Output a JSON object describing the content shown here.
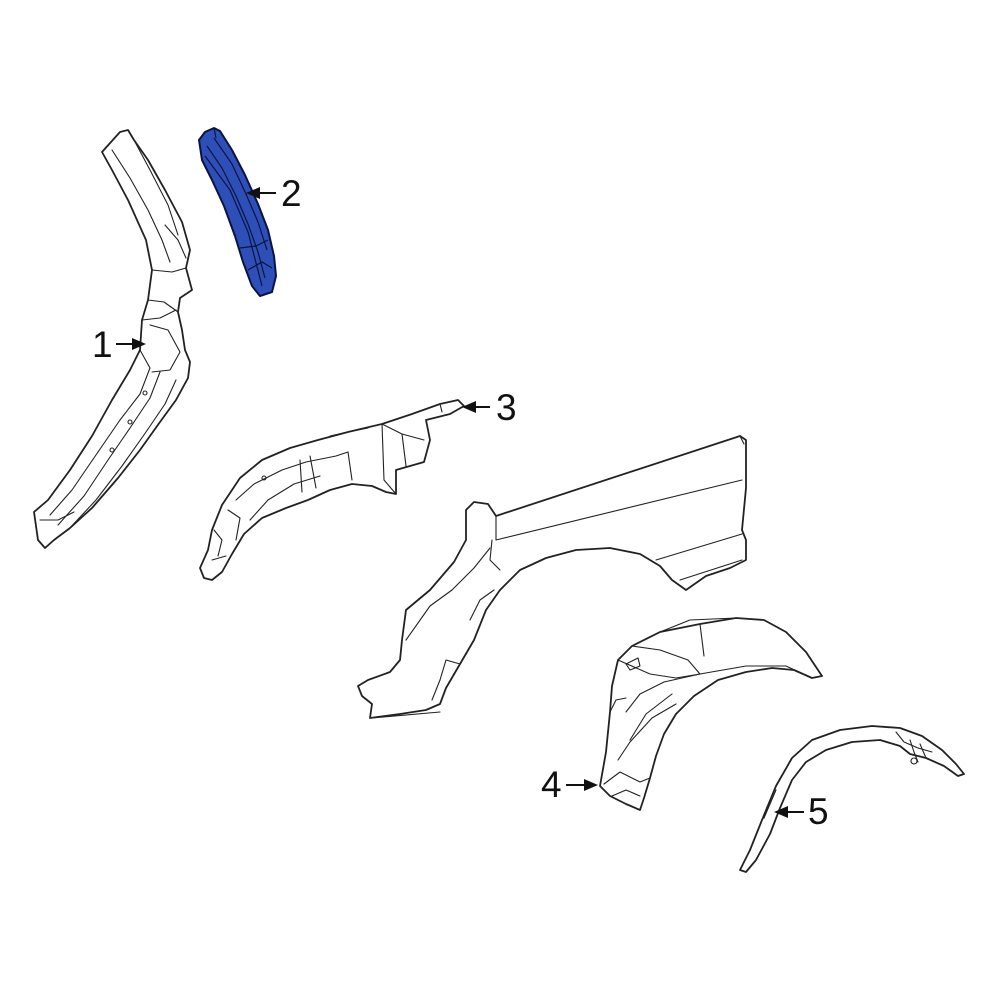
{
  "colors": {
    "highlight_part": "#2f4fb8",
    "outline": "#222222",
    "background": "#ffffff"
  },
  "callouts": [
    {
      "id": "1",
      "label": "1"
    },
    {
      "id": "2",
      "label": "2"
    },
    {
      "id": "3",
      "label": "3"
    },
    {
      "id": "4",
      "label": "4"
    },
    {
      "id": "5",
      "label": "5"
    }
  ],
  "highlighted_callout": "2"
}
